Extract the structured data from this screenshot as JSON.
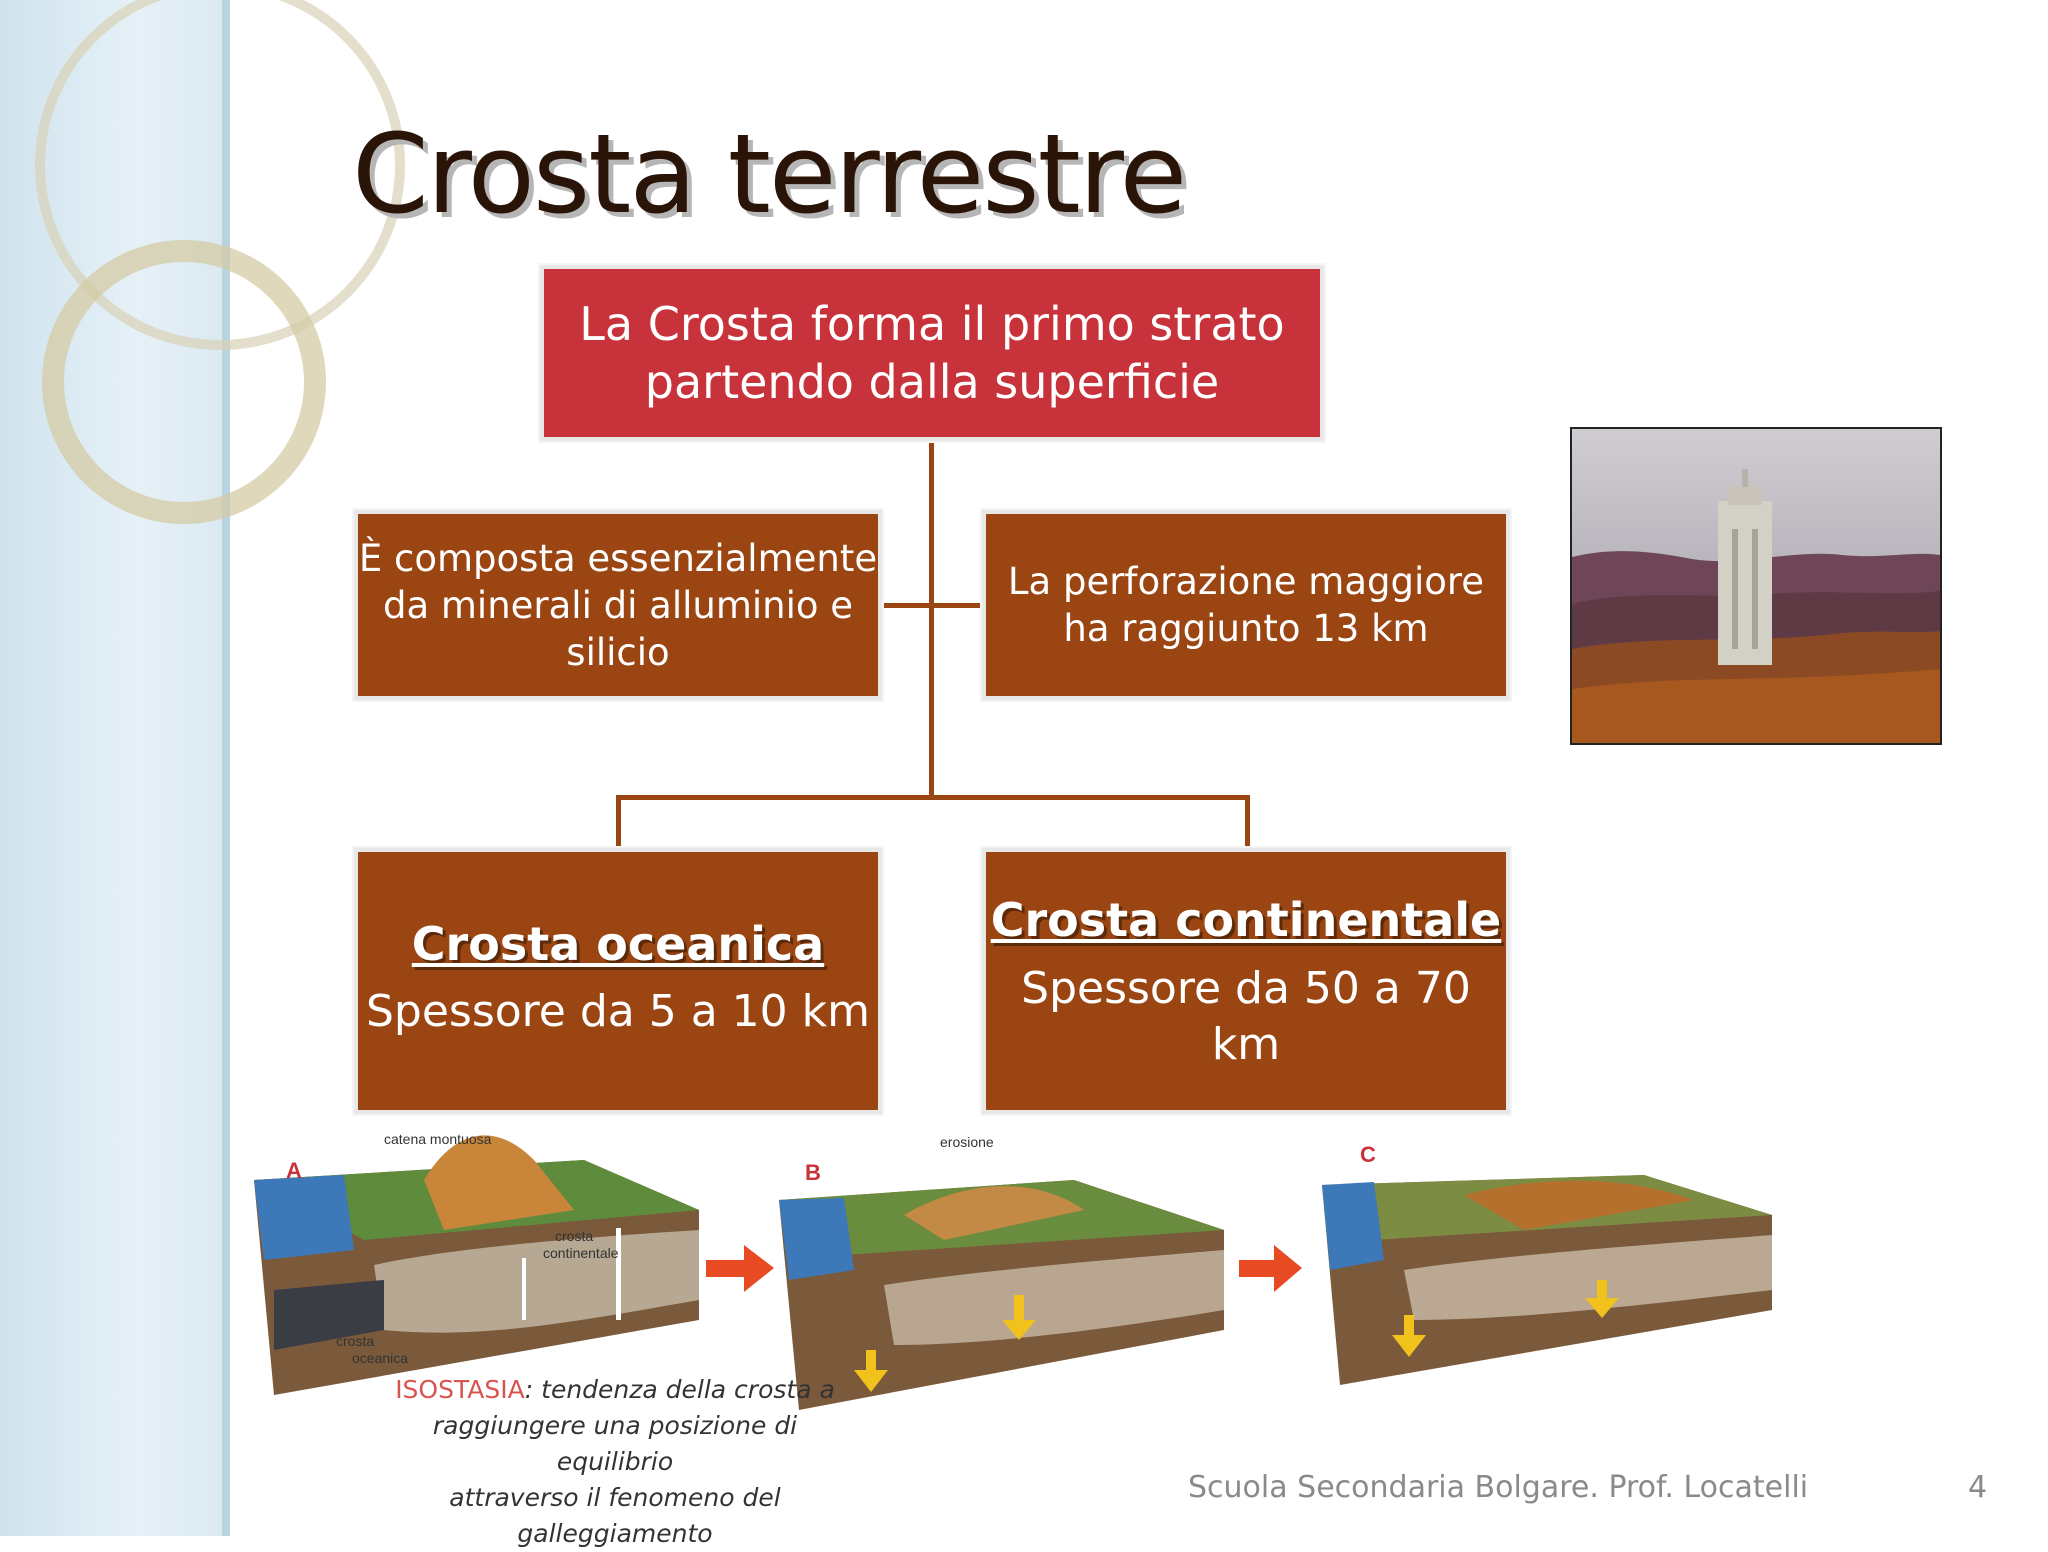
{
  "slide": {
    "title": "Crosta terrestre",
    "page_number": "4",
    "footer": "Scuola Secondaria Bolgare. Prof. Locatelli"
  },
  "diagram": {
    "top_box": {
      "line1": "La Crosta forma il primo strato",
      "line2": "partendo dalla superficie"
    },
    "left_box": {
      "line1": "È composta essenzialmente",
      "line2": "da minerali di alluminio e",
      "line3": "silicio"
    },
    "right_box": {
      "line1": "La perforazione maggiore",
      "line2": "ha raggiunto 13 km"
    },
    "oceanic": {
      "head": "Crosta oceanica",
      "body": "Spessore da 5 a 10 km"
    },
    "continental": {
      "head": "Crosta continentale",
      "body_line1": "Spessore da 50 a 70",
      "body_line2": "km"
    }
  },
  "illustration": {
    "letters": [
      "A",
      "B",
      "C"
    ],
    "labels": {
      "catena": "catena montuosa",
      "erosione": "erosione",
      "crosta_cont_1": "crosta",
      "crosta_cont_2": "continentale",
      "crosta_oc_1": "crosta",
      "crosta_oc_2": "oceanica"
    },
    "caption": {
      "keyword": "ISOSTASIA",
      "text1": ": tendenza della crosta a",
      "text2": "raggiungere una posizione di equilibrio",
      "text3": "attraverso il fenomeno del",
      "text4": "galleggiamento"
    }
  },
  "colors": {
    "red_box": "#c8323a",
    "brown_box": "#9b4512",
    "title": "#2a1408",
    "sidebar": "#cfe3ee"
  }
}
